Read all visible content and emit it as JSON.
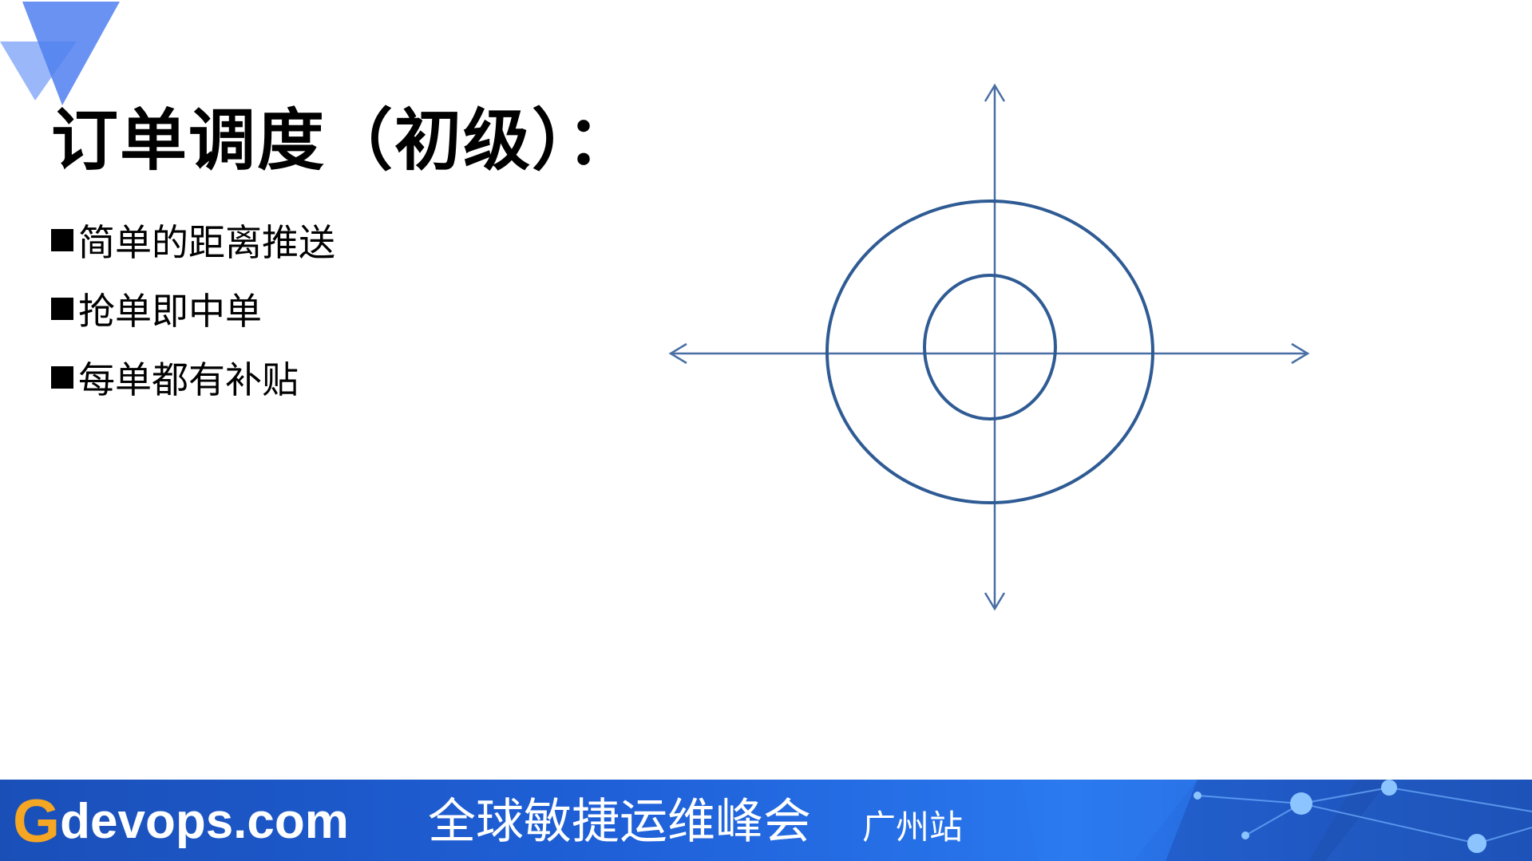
{
  "slide": {
    "title": "订单调度（初级）：",
    "bullets": [
      {
        "label": "简单的距离推送"
      },
      {
        "label": "抢单即中单"
      },
      {
        "label": "每单都有补贴"
      }
    ]
  },
  "footer": {
    "logo_g": "G",
    "logo_rest": "devops.com",
    "event_name": "全球敏捷运维峰会",
    "city": "广州站"
  },
  "colors": {
    "diagram_axis": "#4a6fa5",
    "diagram_circle": "#2f5b94",
    "footer_blue": "#1f60d8",
    "logo_accent": "#f5a623",
    "corner_deco": "#4f7ff0"
  }
}
